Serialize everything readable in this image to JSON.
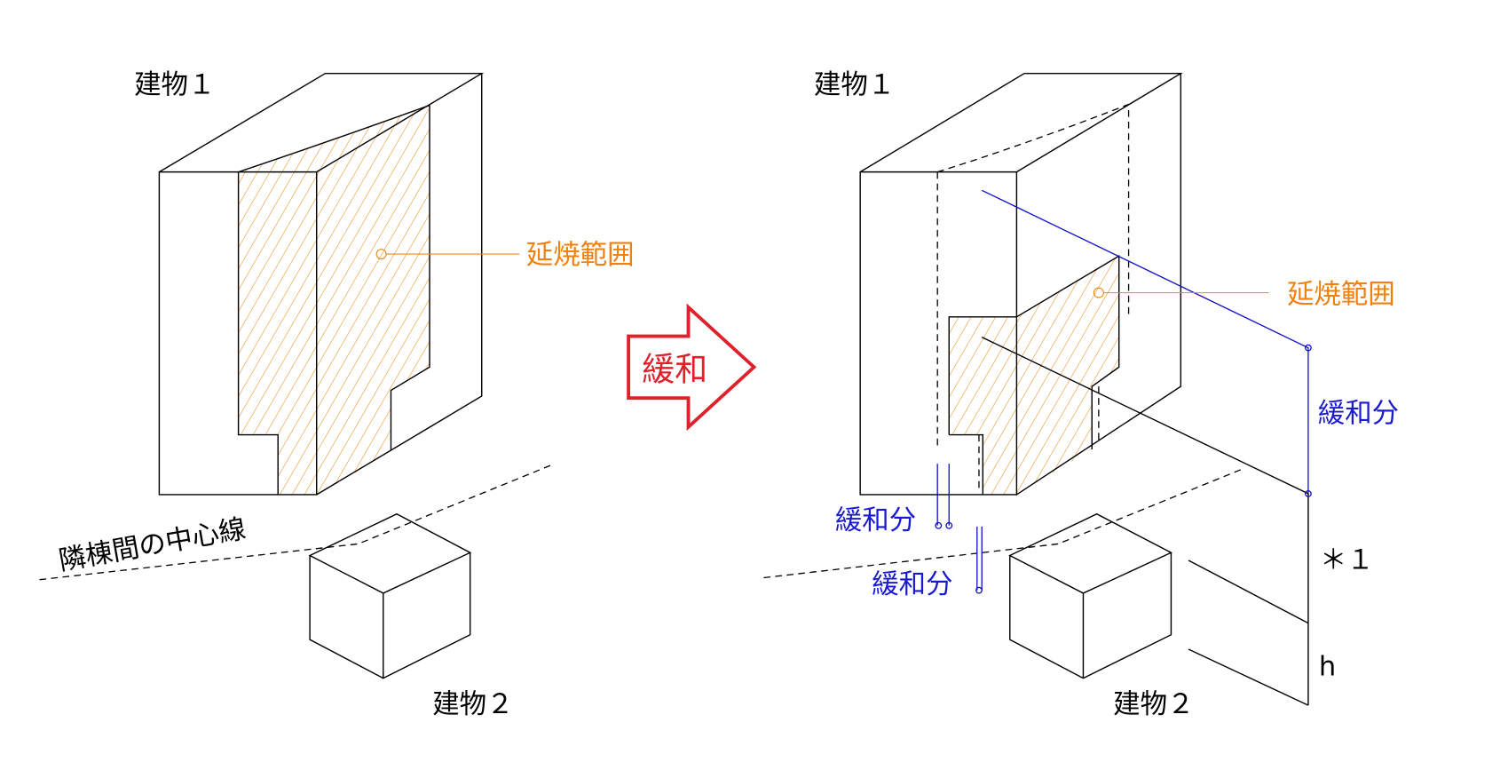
{
  "left": {
    "building1": "建物１",
    "building2": "建物２",
    "spread_range": "延焼範囲",
    "centerline": "隣棟間の中心線"
  },
  "arrow": {
    "label": "緩和",
    "color": "#e0202a"
  },
  "right": {
    "building1": "建物１",
    "building2": "建物２",
    "spread_range": "延焼範囲",
    "relief_1": "緩和分",
    "relief_2": "緩和分",
    "relief_3": "緩和分",
    "note": "＊１",
    "height": "h"
  },
  "colors": {
    "spread": "#f08010",
    "relief": "#1a1ad0"
  }
}
